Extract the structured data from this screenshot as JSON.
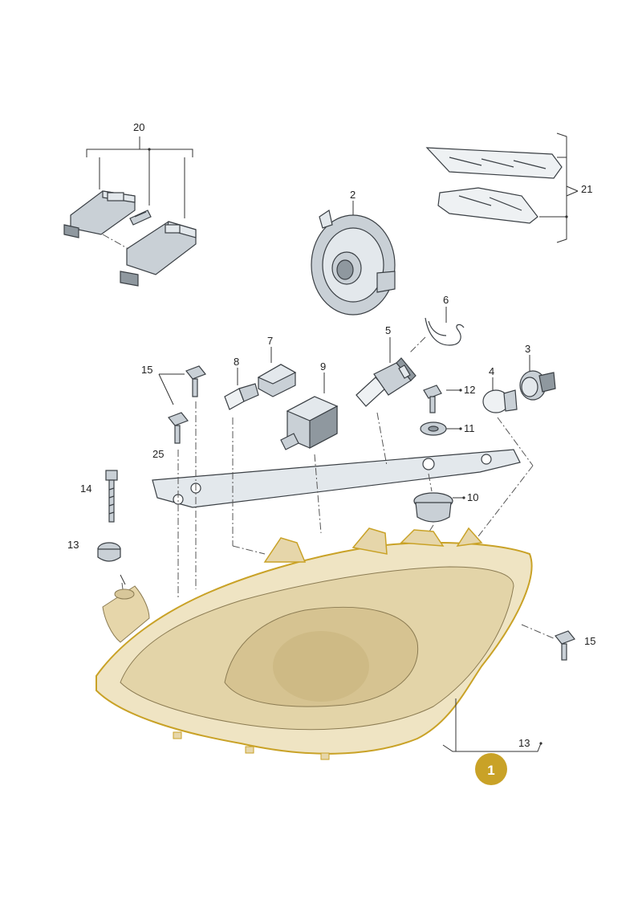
{
  "callouts": {
    "c1": "1",
    "c2": "2",
    "c3": "3",
    "c4": "4",
    "c5": "5",
    "c6": "6",
    "c7": "7",
    "c8": "8",
    "c9": "9",
    "c10": "10",
    "c11": "11",
    "c12": "12",
    "c13a": "13",
    "c13b": "13",
    "c14": "14",
    "c15a": "15",
    "c15b": "15",
    "c20": "20",
    "c21": "21",
    "c25": "25"
  },
  "colors": {
    "highlight": "#c9a227",
    "housing": "#efe4c3",
    "housing_dark": "#d8c79a",
    "metal": "#c9d0d6",
    "line": "#3a3f44"
  },
  "icons": {
    "headlight": "headlight-housing-icon",
    "bulb": "bulb-icon",
    "screw": "screw-icon"
  }
}
